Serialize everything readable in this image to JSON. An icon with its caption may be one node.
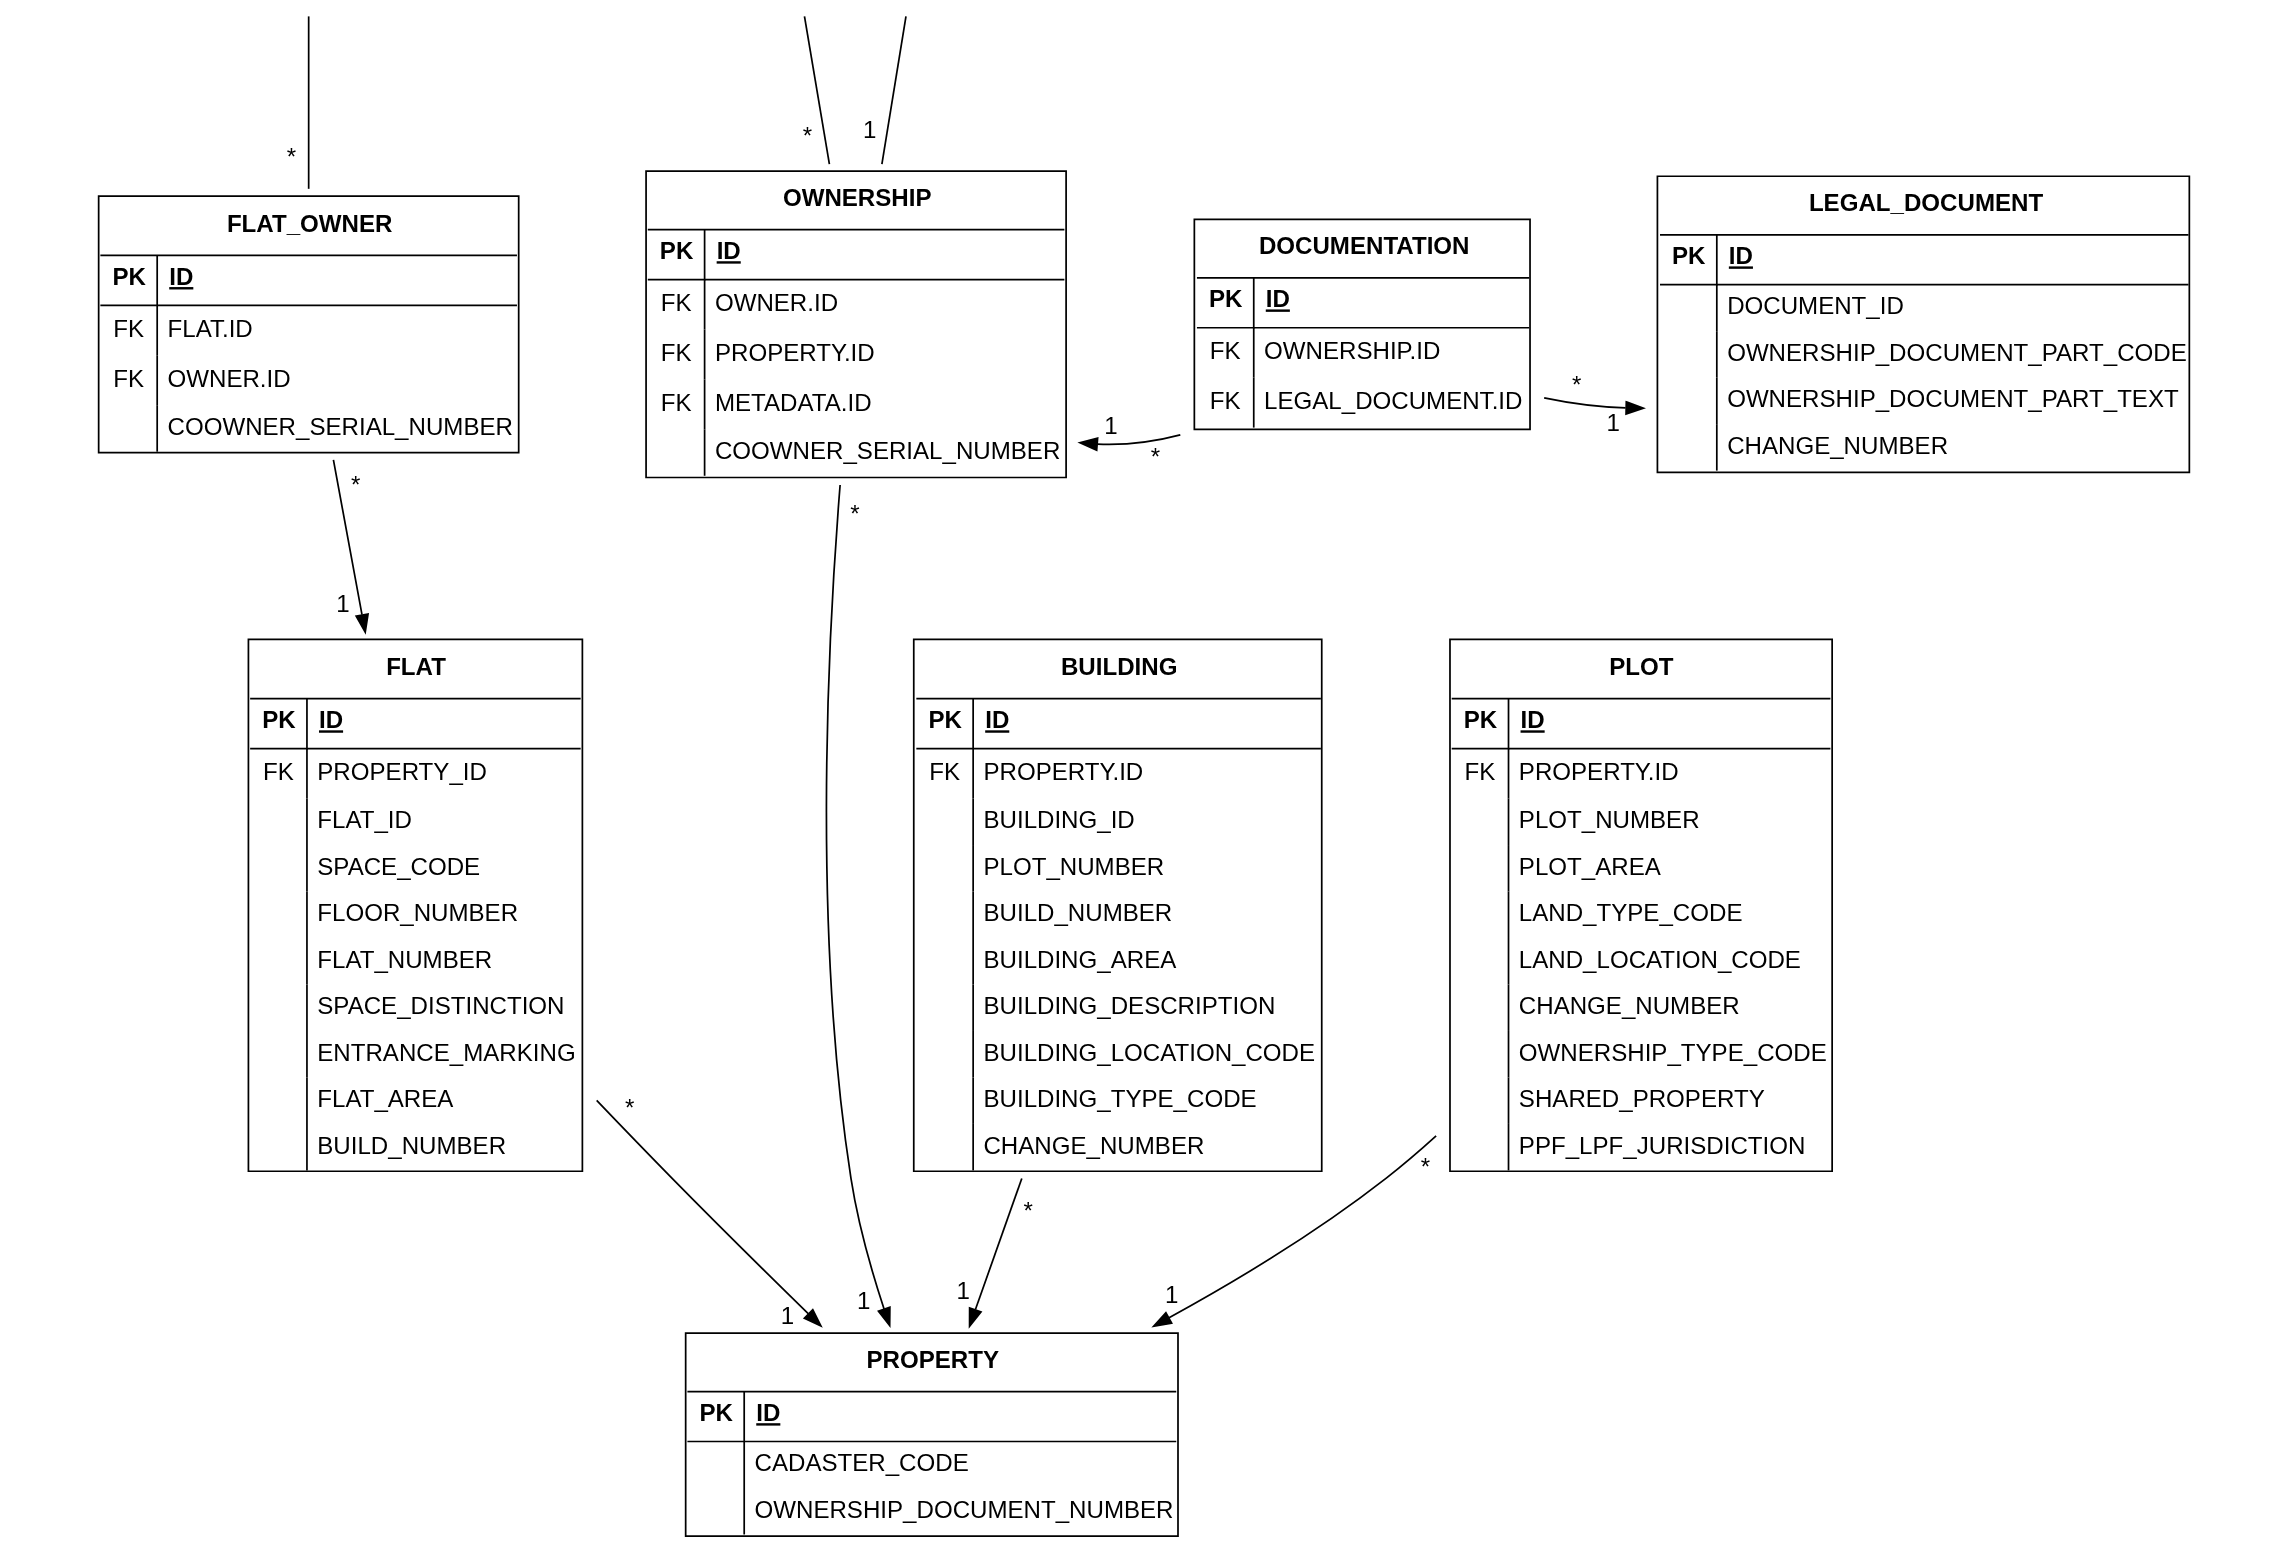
{
  "diagram": {
    "nodes": [
      {
        "text": [
          "FLAT_OWNER",
          "PK",
          "ID",
          "FK",
          "FLAT.ID",
          "FK",
          "OWNER.ID",
          "COOWNER_SERIAL_NUMBER"
        ]
      },
      {
        "text": [
          "OWNERSHIP",
          "PK",
          "ID",
          "FK",
          "OWNER.ID",
          "FK",
          "PROPERTY.ID",
          "FK",
          "METADATA.ID",
          "COOWNER_SERIAL_NUMBER"
        ]
      },
      {
        "text": [
          "DOCUMENTATION",
          "PK",
          "ID",
          "FK",
          "OWNERSHIP.ID",
          "FK",
          "LEGAL_DOCUMENT.ID"
        ]
      },
      {
        "text": [
          "LEGAL_DOCUMENT",
          "PK",
          "ID",
          "DOCUMENT_ID",
          "OWNERSHIP_DOCUMENT_PART_CODE",
          "OWNERSHIP_DOCUMENT_PART_TEXT",
          "CHANGE_NUMBER"
        ]
      },
      {
        "text": [
          "PROPERTY",
          "PK",
          "ID",
          "CADASTER_CODE",
          "OWNERSHIP_DOCUMENT_NUMBER"
        ]
      },
      {
        "text": [
          "FLAT",
          "PK",
          "ID",
          "FK",
          "PROPERTY_ID",
          "FLAT_ID",
          "SPACE_CODE",
          "FLOOR_NUMBER",
          "FLAT_NUMBER",
          "SPACE_DISTINCTION",
          "ENTRANCE_MARKING",
          "FLAT_AREA",
          "BUILD_NUMBER"
        ]
      },
      {
        "text": [
          "BUILDING",
          "PK",
          "ID",
          "FK",
          "PROPERTY.ID",
          "BUILDING_ID",
          "PLOT_NUMBER",
          "BUILD_NUMBER",
          "BUILDING_AREA",
          "BUILDING_DESCRIPTION",
          "BUILDING_LOCATION_CODE",
          "BUILDING_TYPE_CODE",
          "CHANGE_NUMBER"
        ]
      },
      {
        "text": [
          "PLOT",
          "PK",
          "ID",
          "FK",
          "PROPERTY.ID",
          "PLOT_NUMBER",
          "PLOT_AREA",
          "LAND_TYPE_CODE",
          "LAND_LOCATION_CODE",
          "CHANGE_NUMBER",
          "OWNERSHIP_TYPE_CODE",
          "SHARED_PROPERTY",
          "PPF_LPF_JURISDICTION"
        ]
      }
    ],
    "edges": [
      {
        "from": 0,
        "to": null,
        "arrow": "none"
      },
      {
        "from": 1,
        "to": null,
        "arrow": "none"
      },
      {
        "from": 1,
        "to": null,
        "arrow": "none"
      },
      {
        "from": 2,
        "to": 1,
        "arrow": "to"
      },
      {
        "from": 2,
        "to": 3,
        "arrow": "to"
      },
      {
        "from": 1,
        "to": 4,
        "arrow": "to"
      },
      {
        "from": 0,
        "to": 5,
        "arrow": "to"
      },
      {
        "from": 5,
        "to": 4,
        "arrow": "to"
      },
      {
        "from": 6,
        "to": 4,
        "arrow": "to"
      },
      {
        "from": 7,
        "to": 4,
        "arrow": "to"
      }
    ],
    "labels": [
      "*",
      "1",
      "*",
      "1",
      "*",
      "*",
      "1",
      "*",
      "*",
      "1",
      "1",
      "1",
      "1",
      "1",
      "*",
      "*",
      "*"
    ]
  }
}
